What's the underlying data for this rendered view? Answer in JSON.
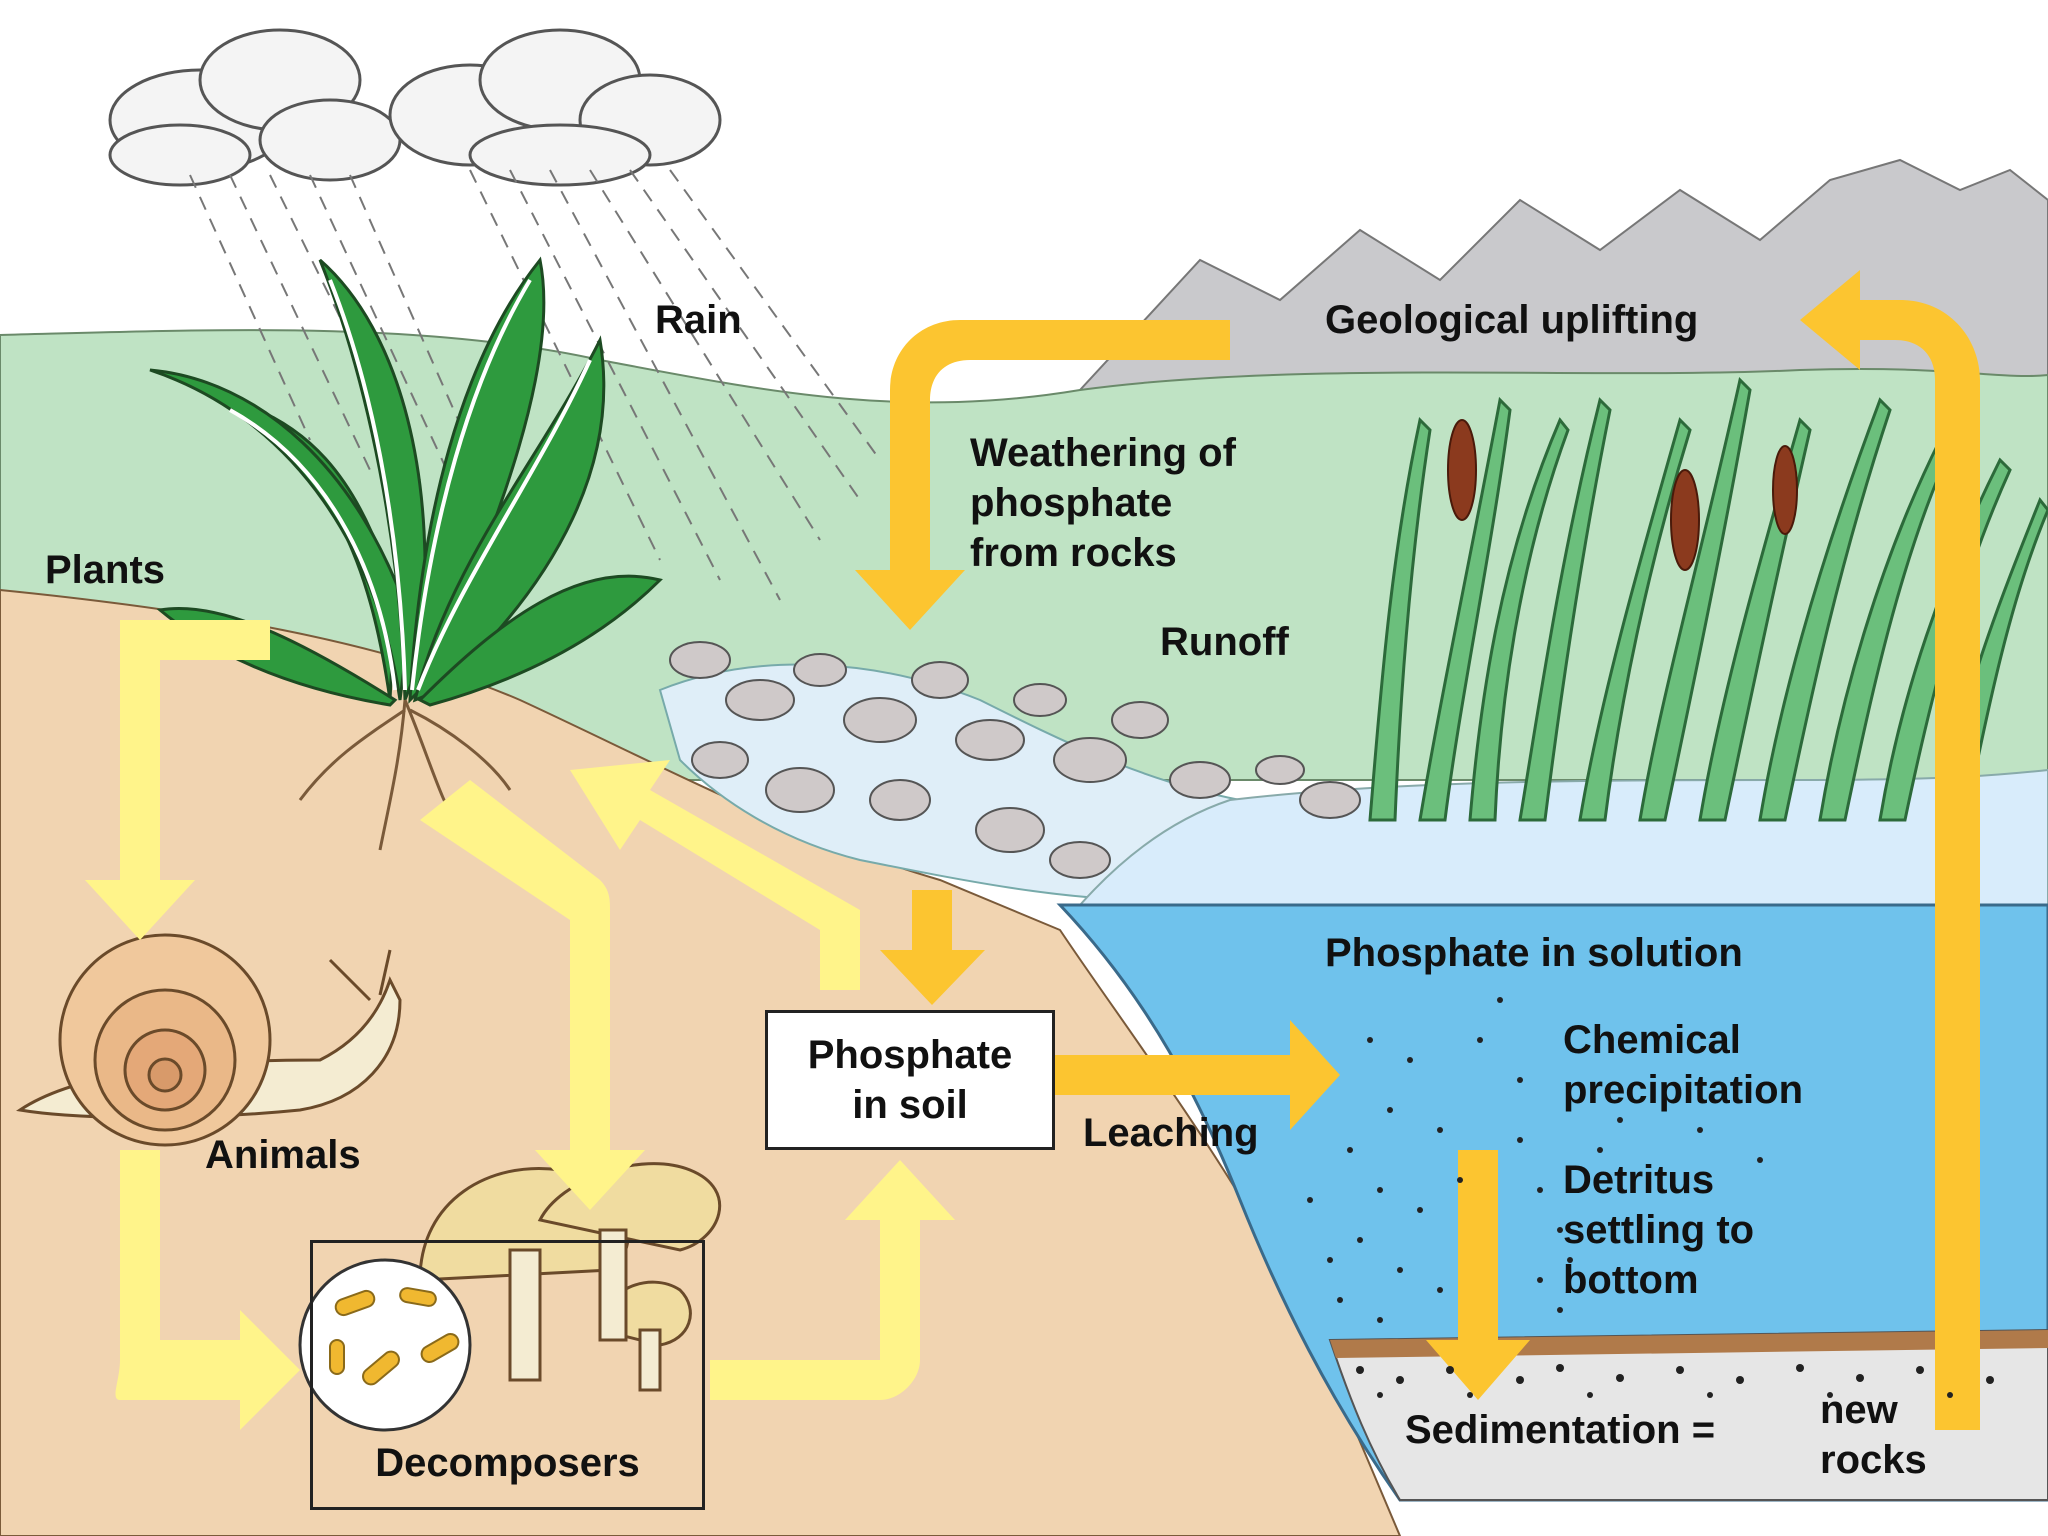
{
  "labels": {
    "rain": "Rain",
    "plants": "Plants",
    "geological_uplifting": "Geological uplifting",
    "weathering_line1": "Weathering of",
    "weathering_line2": "phosphate",
    "weathering_line3": "from rocks",
    "runoff": "Runoff",
    "phosphate_in_solution": "Phosphate in solution",
    "chemical_line1": "Chemical",
    "chemical_line2": "precipitation",
    "phosphate_soil_line1": "Phosphate",
    "phosphate_soil_line2": "in soil",
    "leaching": "Leaching",
    "detritus_line1": "Detritus",
    "detritus_line2": "settling to",
    "detritus_line3": "bottom",
    "animals": "Animals",
    "decomposers": "Decomposers",
    "sedimentation": "Sedimentation =",
    "new_rocks_line1": "new",
    "new_rocks_line2": "rocks"
  },
  "colors": {
    "soil": "#f1d4b1",
    "grass": "#bfe3c4",
    "mountain": "#c9c9cc",
    "water": "#6fc2ec",
    "arrow_light": "#fff48a",
    "arrow_dark": "#fcc530",
    "leaf": "#2e9a3e",
    "reed": "#6bbf7c"
  }
}
